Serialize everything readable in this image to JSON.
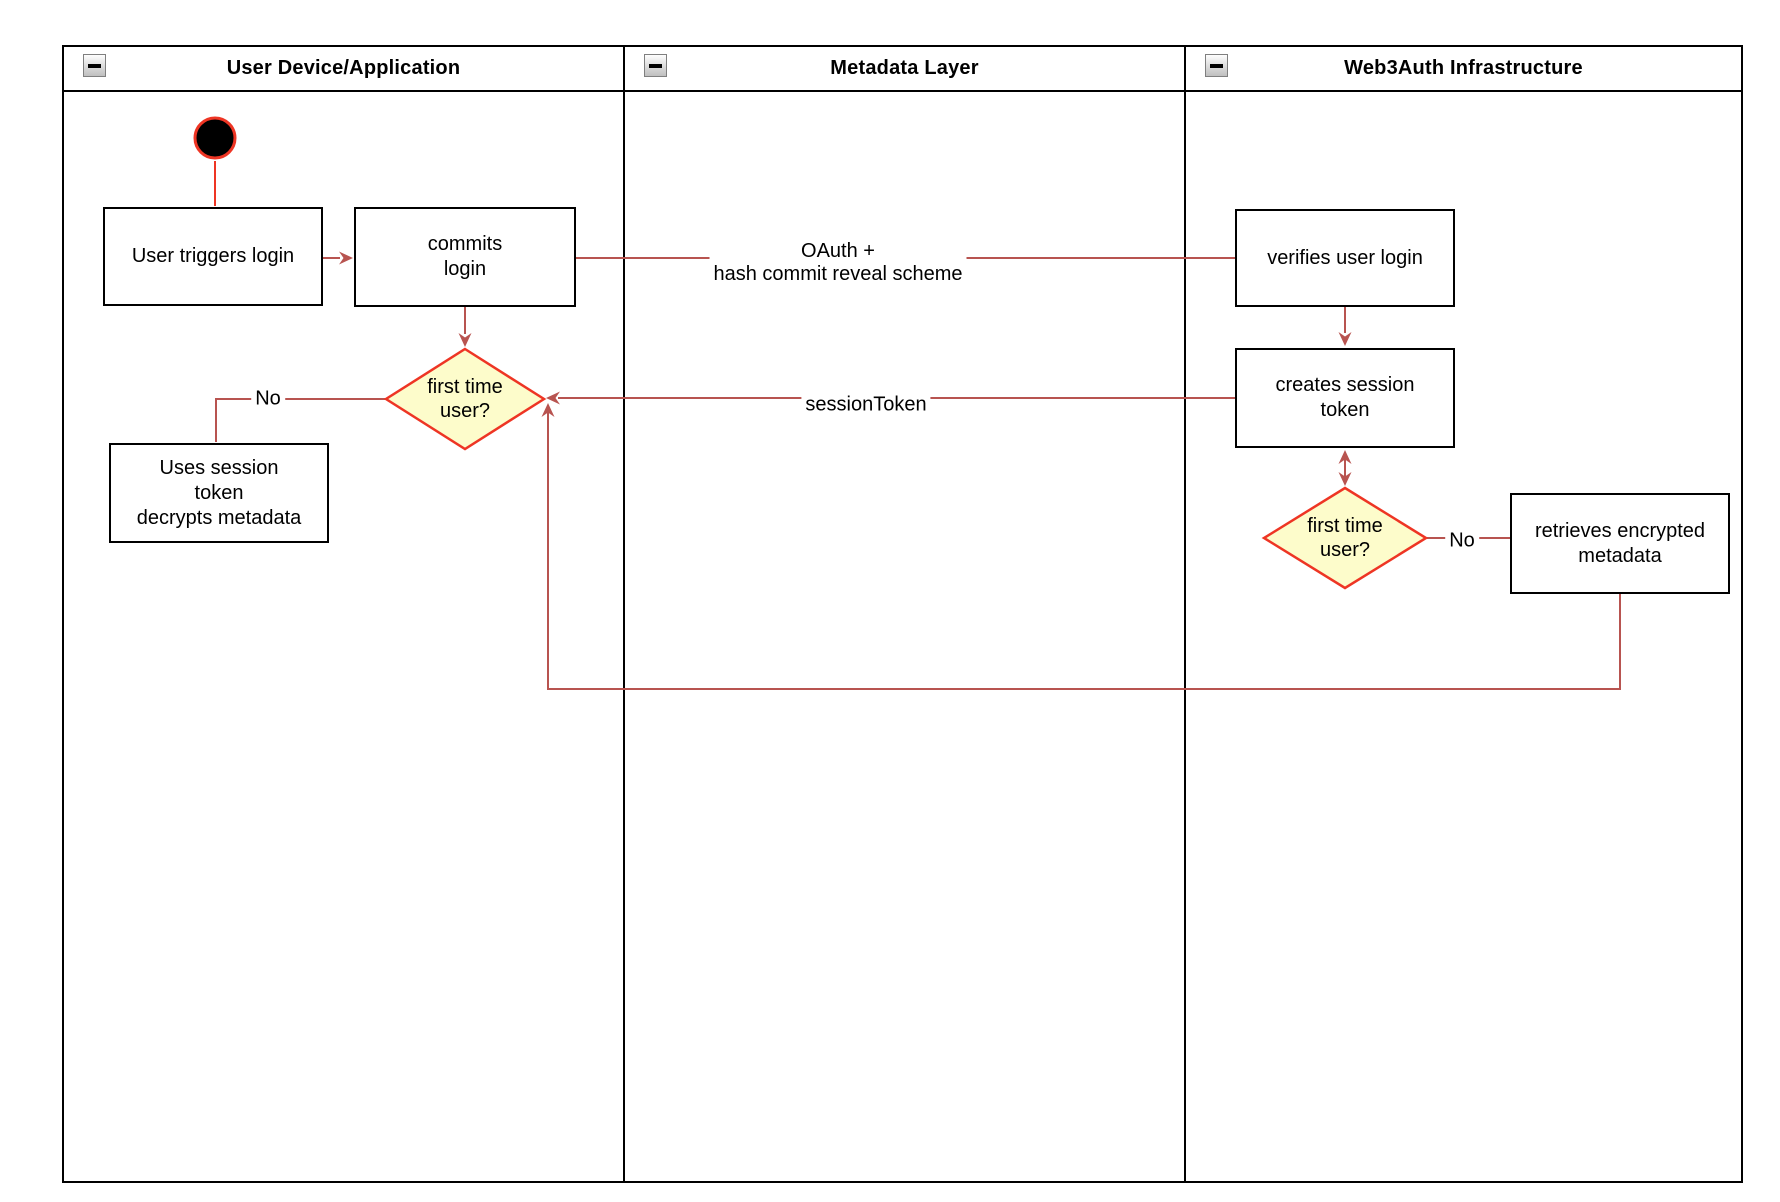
{
  "lanes": [
    {
      "title": "User Device/Application",
      "collapse_icon": "minus"
    },
    {
      "title": "Metadata Layer",
      "collapse_icon": "minus"
    },
    {
      "title": "Web3Auth Infrastructure",
      "collapse_icon": "minus"
    }
  ],
  "nodes": {
    "start": {
      "type": "initial-state"
    },
    "user_triggers_login": {
      "label": "User triggers login"
    },
    "commits_login": {
      "label": "commits\nlogin"
    },
    "first_time_user_device": {
      "label": "first time\nuser?"
    },
    "uses_session_token": {
      "label": "Uses session\ntoken\ndecrypts metadata"
    },
    "verifies_user_login": {
      "label": "verifies user login"
    },
    "creates_session_token": {
      "label": "creates session\ntoken"
    },
    "first_time_user_infra": {
      "label": "first time\nuser?"
    },
    "retrieves_encrypted_metadata": {
      "label": "retrieves encrypted\nmetadata"
    }
  },
  "edge_labels": {
    "oauth": "OAuth +\nhash commit reveal scheme",
    "session_token": "sessionToken",
    "no_device": "No",
    "no_infra": "No"
  },
  "colors": {
    "connector": "#b85450",
    "start_node_stroke": "#ee3524",
    "start_node_fill": "#000000",
    "decision_fill": "#fdfccb",
    "decision_stroke": "#ee3524",
    "node_border": "#000000",
    "lane_border": "#000000",
    "node_fill": "#ffffff"
  }
}
